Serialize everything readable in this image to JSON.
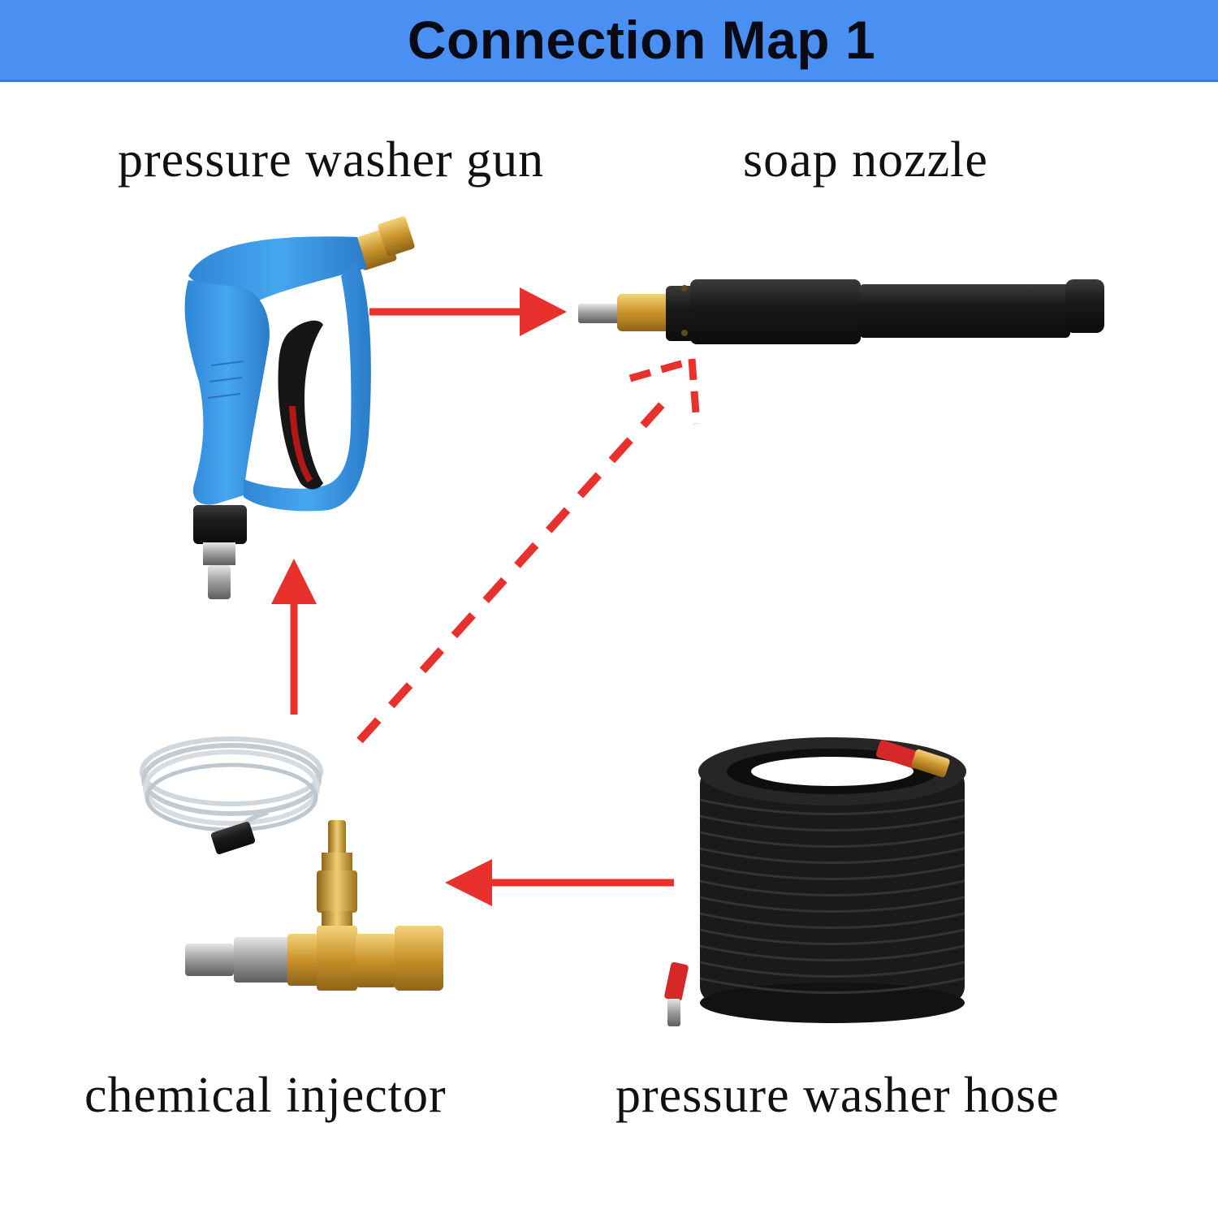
{
  "header": {
    "title": "Connection Map 1"
  },
  "components": {
    "gun": {
      "label": "pressure washer gun",
      "icon": "pressure-washer-gun-icon"
    },
    "nozzle": {
      "label": "soap nozzle",
      "icon": "soap-nozzle-icon"
    },
    "injector": {
      "label": "chemical injector",
      "icon": "chemical-injector-icon"
    },
    "hose": {
      "label": "pressure washer hose",
      "icon": "pressure-washer-hose-icon"
    }
  },
  "connections": [
    {
      "from": "pressure washer hose",
      "to": "chemical injector",
      "style": "solid"
    },
    {
      "from": "chemical injector",
      "to": "pressure washer gun",
      "style": "solid"
    },
    {
      "from": "pressure washer gun",
      "to": "soap nozzle",
      "style": "solid"
    },
    {
      "from": "chemical injector",
      "to": "soap nozzle",
      "style": "dashed"
    }
  ],
  "colors": {
    "header": "#4a8ff2",
    "arrow": "#e8312c",
    "gun_body": "#3a9be6",
    "brass": "#d8a73a",
    "black_part": "#1c1c1c"
  }
}
